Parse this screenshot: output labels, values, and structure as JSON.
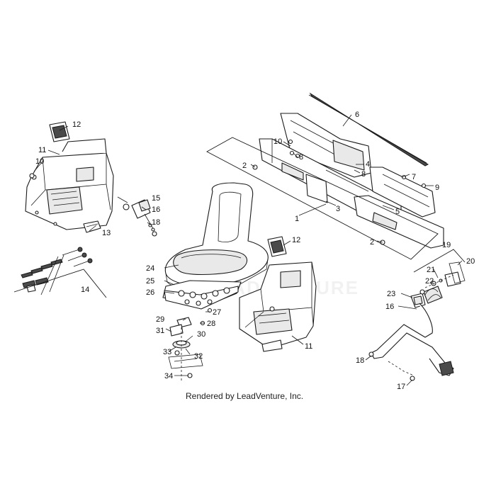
{
  "footer": {
    "text": "Rendered by LeadVenture, Inc."
  },
  "watermark": {
    "text": "LEADVENTURE"
  },
  "callouts": {
    "c1": "1",
    "c2a": "2",
    "c2b": "2",
    "c3": "3",
    "c4": "4",
    "c5": "5",
    "c6": "6",
    "c7": "7",
    "c8a": "8",
    "c8b": "8",
    "c9": "9",
    "c10a": "10",
    "c10b": "10",
    "c11a": "11",
    "c11b": "11",
    "c12a": "12",
    "c12b": "12",
    "c13": "13",
    "c14": "14",
    "c15": "15",
    "c16a": "16",
    "c16b": "16",
    "c17": "17",
    "c18a": "18",
    "c18b": "18",
    "c19": "19",
    "c20": "20",
    "c21": "21",
    "c22": "22",
    "c23": "23",
    "c24": "24",
    "c25": "25",
    "c26": "26",
    "c27": "27",
    "c28": "28",
    "c29": "29",
    "c30": "30",
    "c31": "31",
    "c32": "32",
    "c33": "33",
    "c34": "34"
  },
  "colors": {
    "line": "#1a1a1a",
    "background": "#ffffff"
  }
}
